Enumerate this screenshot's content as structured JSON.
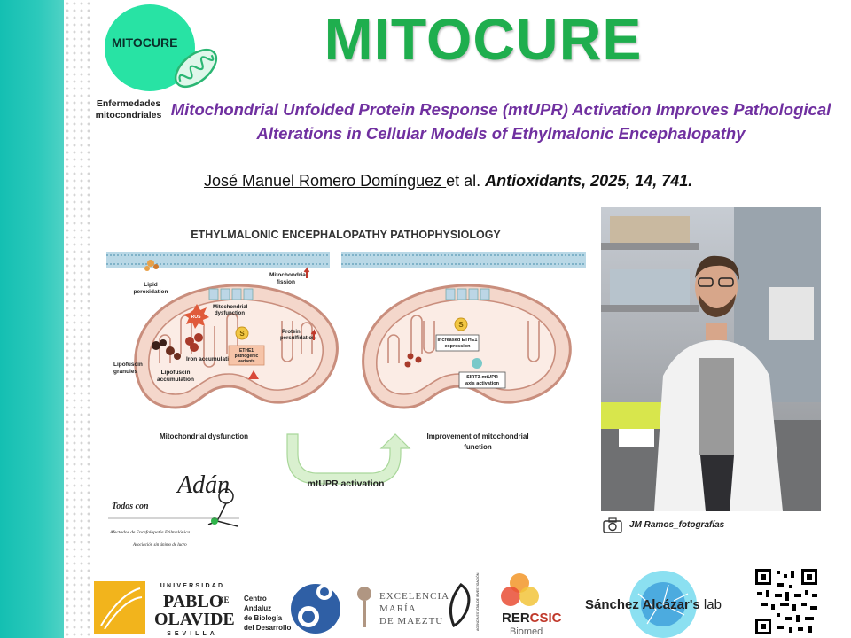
{
  "logo": {
    "name": "MITOCURE",
    "subtitle": "Enfermedades mitocondriales"
  },
  "title": "MITOCURE",
  "article_title": "Mitochondrial Unfolded Protein Response (mtUPR) Activation Improves Pathological Alterations in Cellular Models of Ethylmalonic Encephalopathy",
  "citation": {
    "author": "José Manuel Romero Domínguez ",
    "etal": "et al. ",
    "journal": "Antioxidants, 2025, 14, 741."
  },
  "diagram": {
    "heading": "ETHYLMALONIC ENCEPHALOPATHY PATHOPHYSIOLOGY",
    "labels": {
      "lipid": "Lipid peroxidation",
      "fission": "Mitochondrial fission",
      "dysfunction_inner": "Mitochondrial dysfunction",
      "ros": "ROS",
      "iron": "Iron accumulation",
      "lipofuscin_acc": "Lipofuscin accumulation",
      "lipofuscin_gran": "Lipofuscin granules",
      "ethe1_var": "ETHE1 pathogenic variants",
      "protein": "Protein persulfidation",
      "sulfur": "S",
      "increased": "Increased ETHE1 expression",
      "sirt3": "SIRT3-mtUPR axis activation",
      "left_caption": "Mitochondrial dysfunction",
      "right_caption": "Improvement of mitochondrial function",
      "arrow_caption": "mtUPR activation"
    }
  },
  "photo_credit": "JM Ramos_fotografías",
  "adan": {
    "script": "Todos con",
    "name": "Adán",
    "line1": "Afectados de Encefalopatía Etilmalónica",
    "line2": "Asociación sin ánimo de lucro"
  },
  "footer": {
    "upo_top": "UNIVERSIDAD",
    "upo_mid1": "PABLO",
    "upo_de": "DE",
    "upo_mid2": "OLAVIDE",
    "upo_bottom": "SEVILLA",
    "cabd": [
      "Centro",
      "Andaluz",
      "de Biología",
      "del Desarrollo"
    ],
    "maeztu": [
      "EXCELENCIA",
      "MARÍA",
      "DE MAEZTU"
    ],
    "aei": "AGENCIA ESTATAL DE INVESTIGACIÓN",
    "rer": "RER",
    "csic": "CSIC",
    "biomed": "Biomed",
    "lab": "Sánchez Alcázar's",
    "lab_suffix": "lab"
  },
  "colors": {
    "band": "#14bfb2",
    "title_green": "#1fae4e",
    "article_purple": "#7030a0",
    "mint": "#28e3a4",
    "mito_fill": "#f6e6df",
    "mito_stroke": "#c98e7d"
  }
}
